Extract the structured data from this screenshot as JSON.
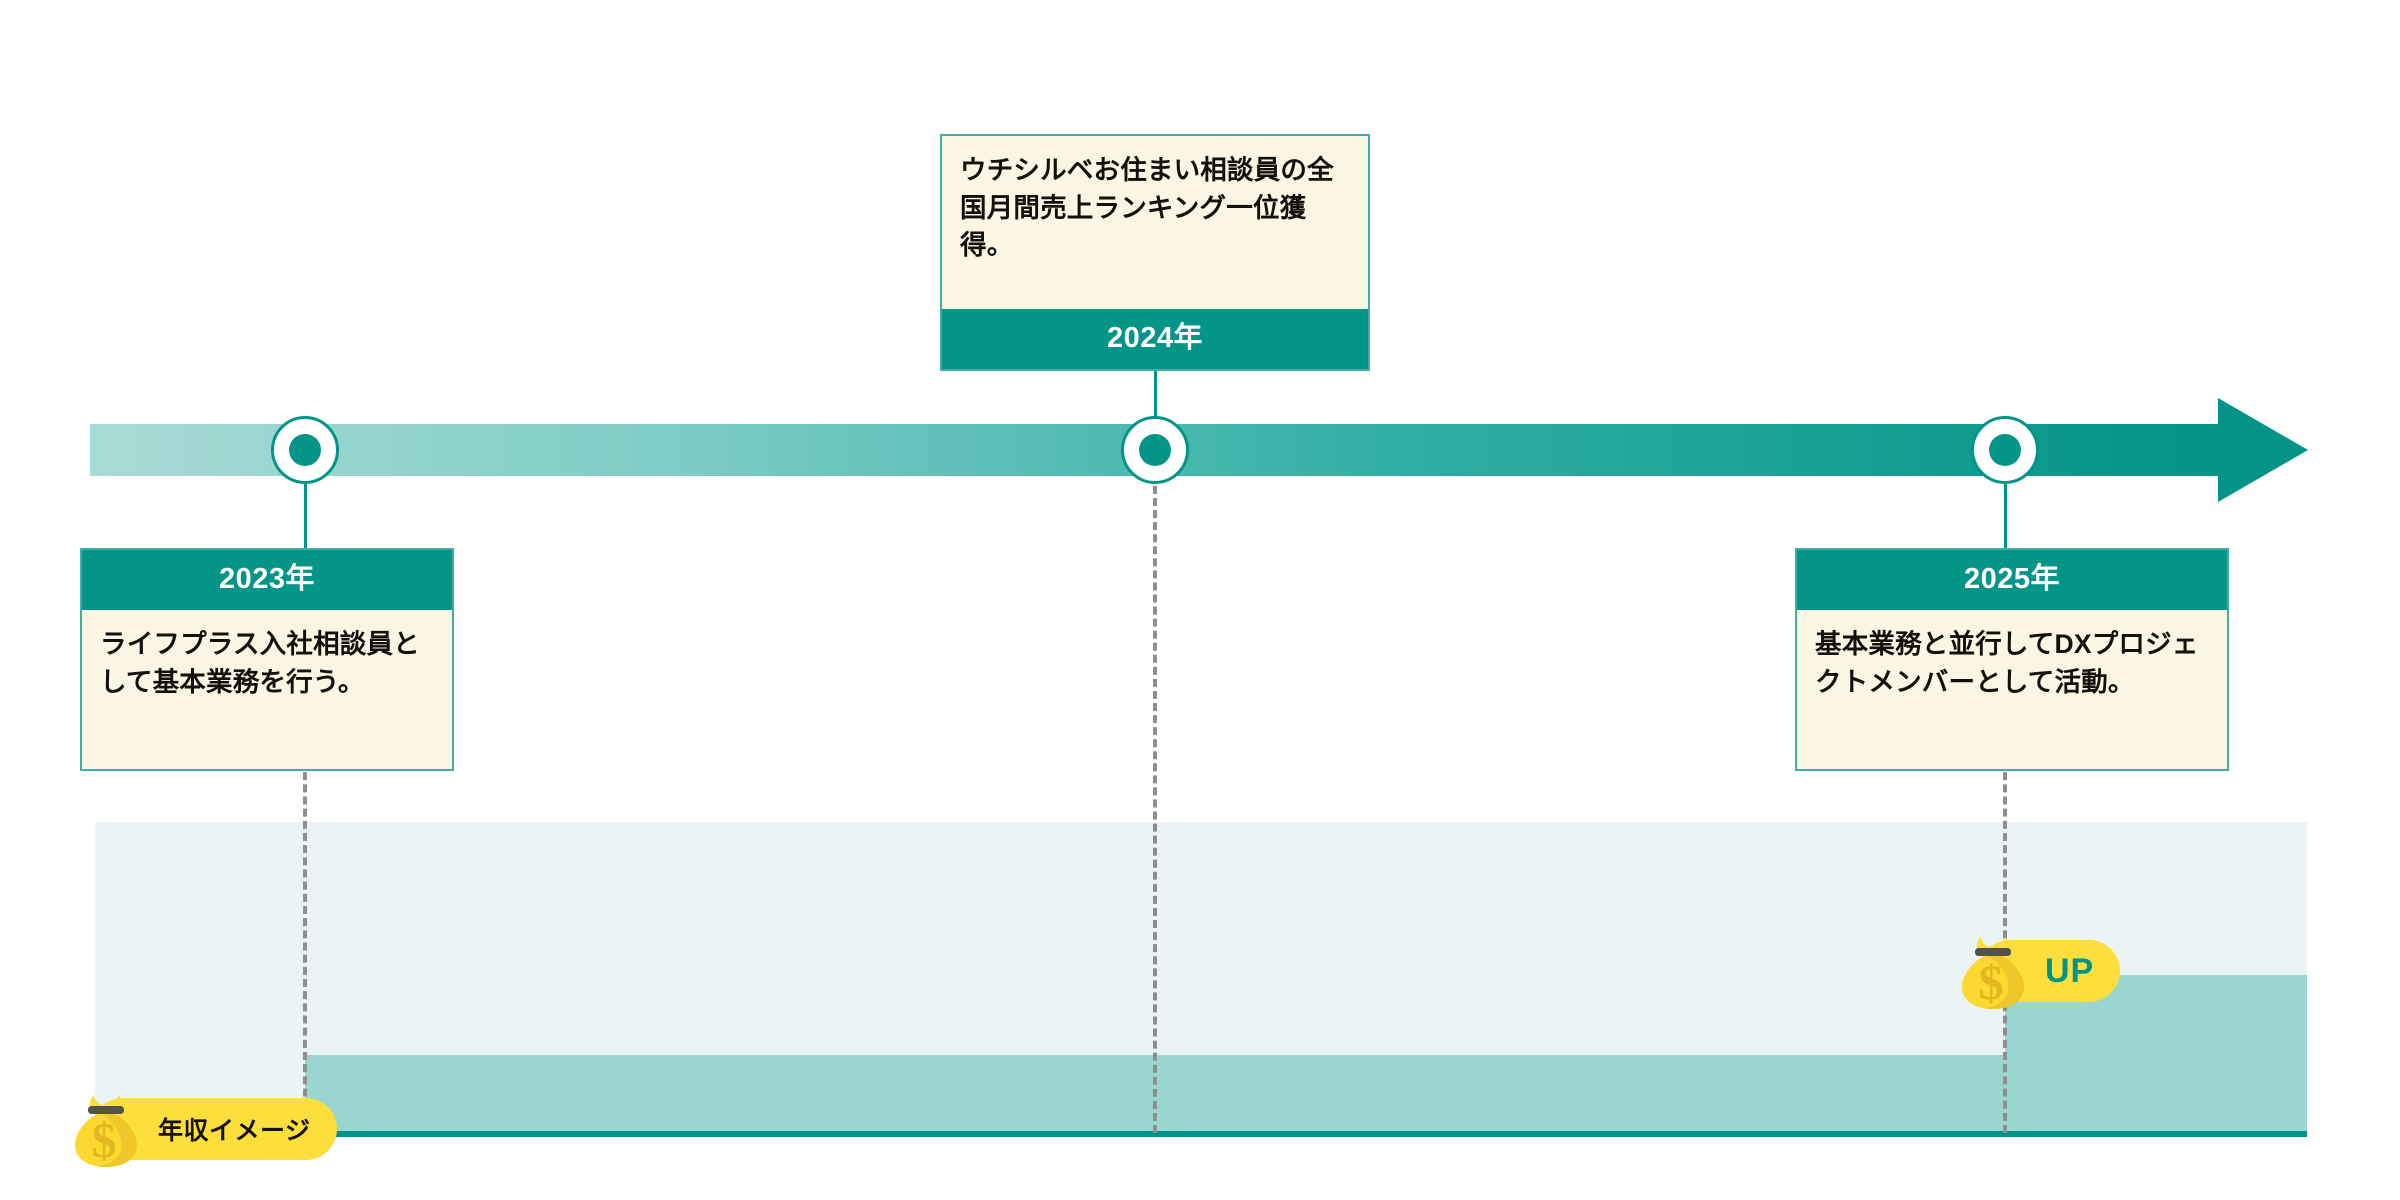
{
  "figure": {
    "type": "career-timeline-with-income-chart",
    "background_color": "#FFFFFF",
    "accent_color": "#049488",
    "card_body_color": "#FBF6E4",
    "badge_color": "#FCDE3C",
    "panel_color": "#EBF3F5",
    "step_color": "#9AD6D0"
  },
  "timeline": {
    "direction": "left-to-right",
    "arrow_icon": "right-arrow-icon",
    "events": [
      {
        "id": "ev-2023",
        "year_label": "2023年",
        "text": "ライフプラス入社相談員として基本業務を行う。",
        "position": "below"
      },
      {
        "id": "ev-2024",
        "year_label": "2024年",
        "text": "ウチシルベお住まい相談員の全国月間売上ランキング一位獲得。",
        "position": "above"
      },
      {
        "id": "ev-2025",
        "year_label": "2025年",
        "text": "基本業務と並行してDXプロジェクトメンバーとして活動。",
        "position": "below"
      }
    ]
  },
  "income_chart": {
    "label_badge": {
      "icon": "money-bag-icon",
      "text": "年収イメージ"
    },
    "up_badge": {
      "icon": "money-bag-icon",
      "text": "UP"
    }
  },
  "chart_data": {
    "type": "area",
    "title": "年収イメージ",
    "xlabel": "",
    "ylabel": "",
    "categories": [
      "2023年",
      "2024年",
      "2025年"
    ],
    "series": [
      {
        "name": "年収イメージ",
        "values": [
          1,
          1,
          2
        ]
      }
    ],
    "annotations": [
      "年収イメージ",
      "UP"
    ],
    "grid": false,
    "legend": "none"
  }
}
